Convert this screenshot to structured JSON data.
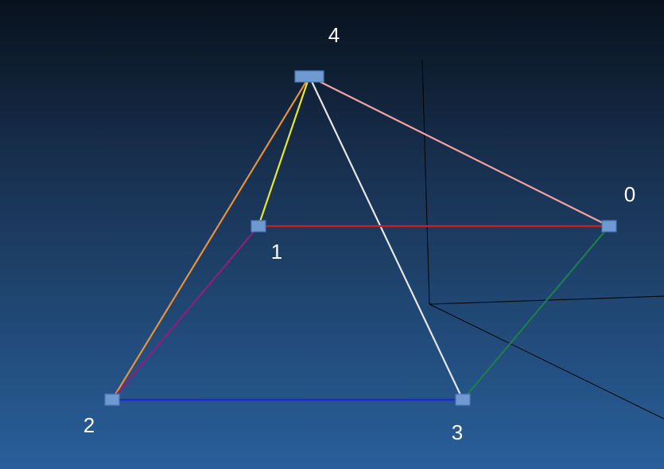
{
  "diagram": {
    "nodes": [
      {
        "id": "0",
        "label": "0"
      },
      {
        "id": "1",
        "label": "1"
      },
      {
        "id": "2",
        "label": "2"
      },
      {
        "id": "3",
        "label": "3"
      },
      {
        "id": "4",
        "label": "4"
      }
    ],
    "edges": [
      {
        "from": "4",
        "to": "0",
        "color": "#f3a3a3"
      },
      {
        "from": "4",
        "to": "1",
        "color": "#e8e82a"
      },
      {
        "from": "4",
        "to": "2",
        "color": "#e9903a"
      },
      {
        "from": "4",
        "to": "3",
        "color": "#e6e6e6"
      },
      {
        "from": "1",
        "to": "0",
        "color": "#d01d1d"
      },
      {
        "from": "1",
        "to": "2",
        "color": "#8b1f7a"
      },
      {
        "from": "2",
        "to": "3",
        "color": "#1f27d6"
      },
      {
        "from": "3",
        "to": "0",
        "color": "#1d7d4c"
      }
    ],
    "colors": {
      "node_fill": "#6f99d1",
      "node_stroke": "#4a77b3",
      "label": "#ffffff",
      "axes": "#000000"
    }
  }
}
